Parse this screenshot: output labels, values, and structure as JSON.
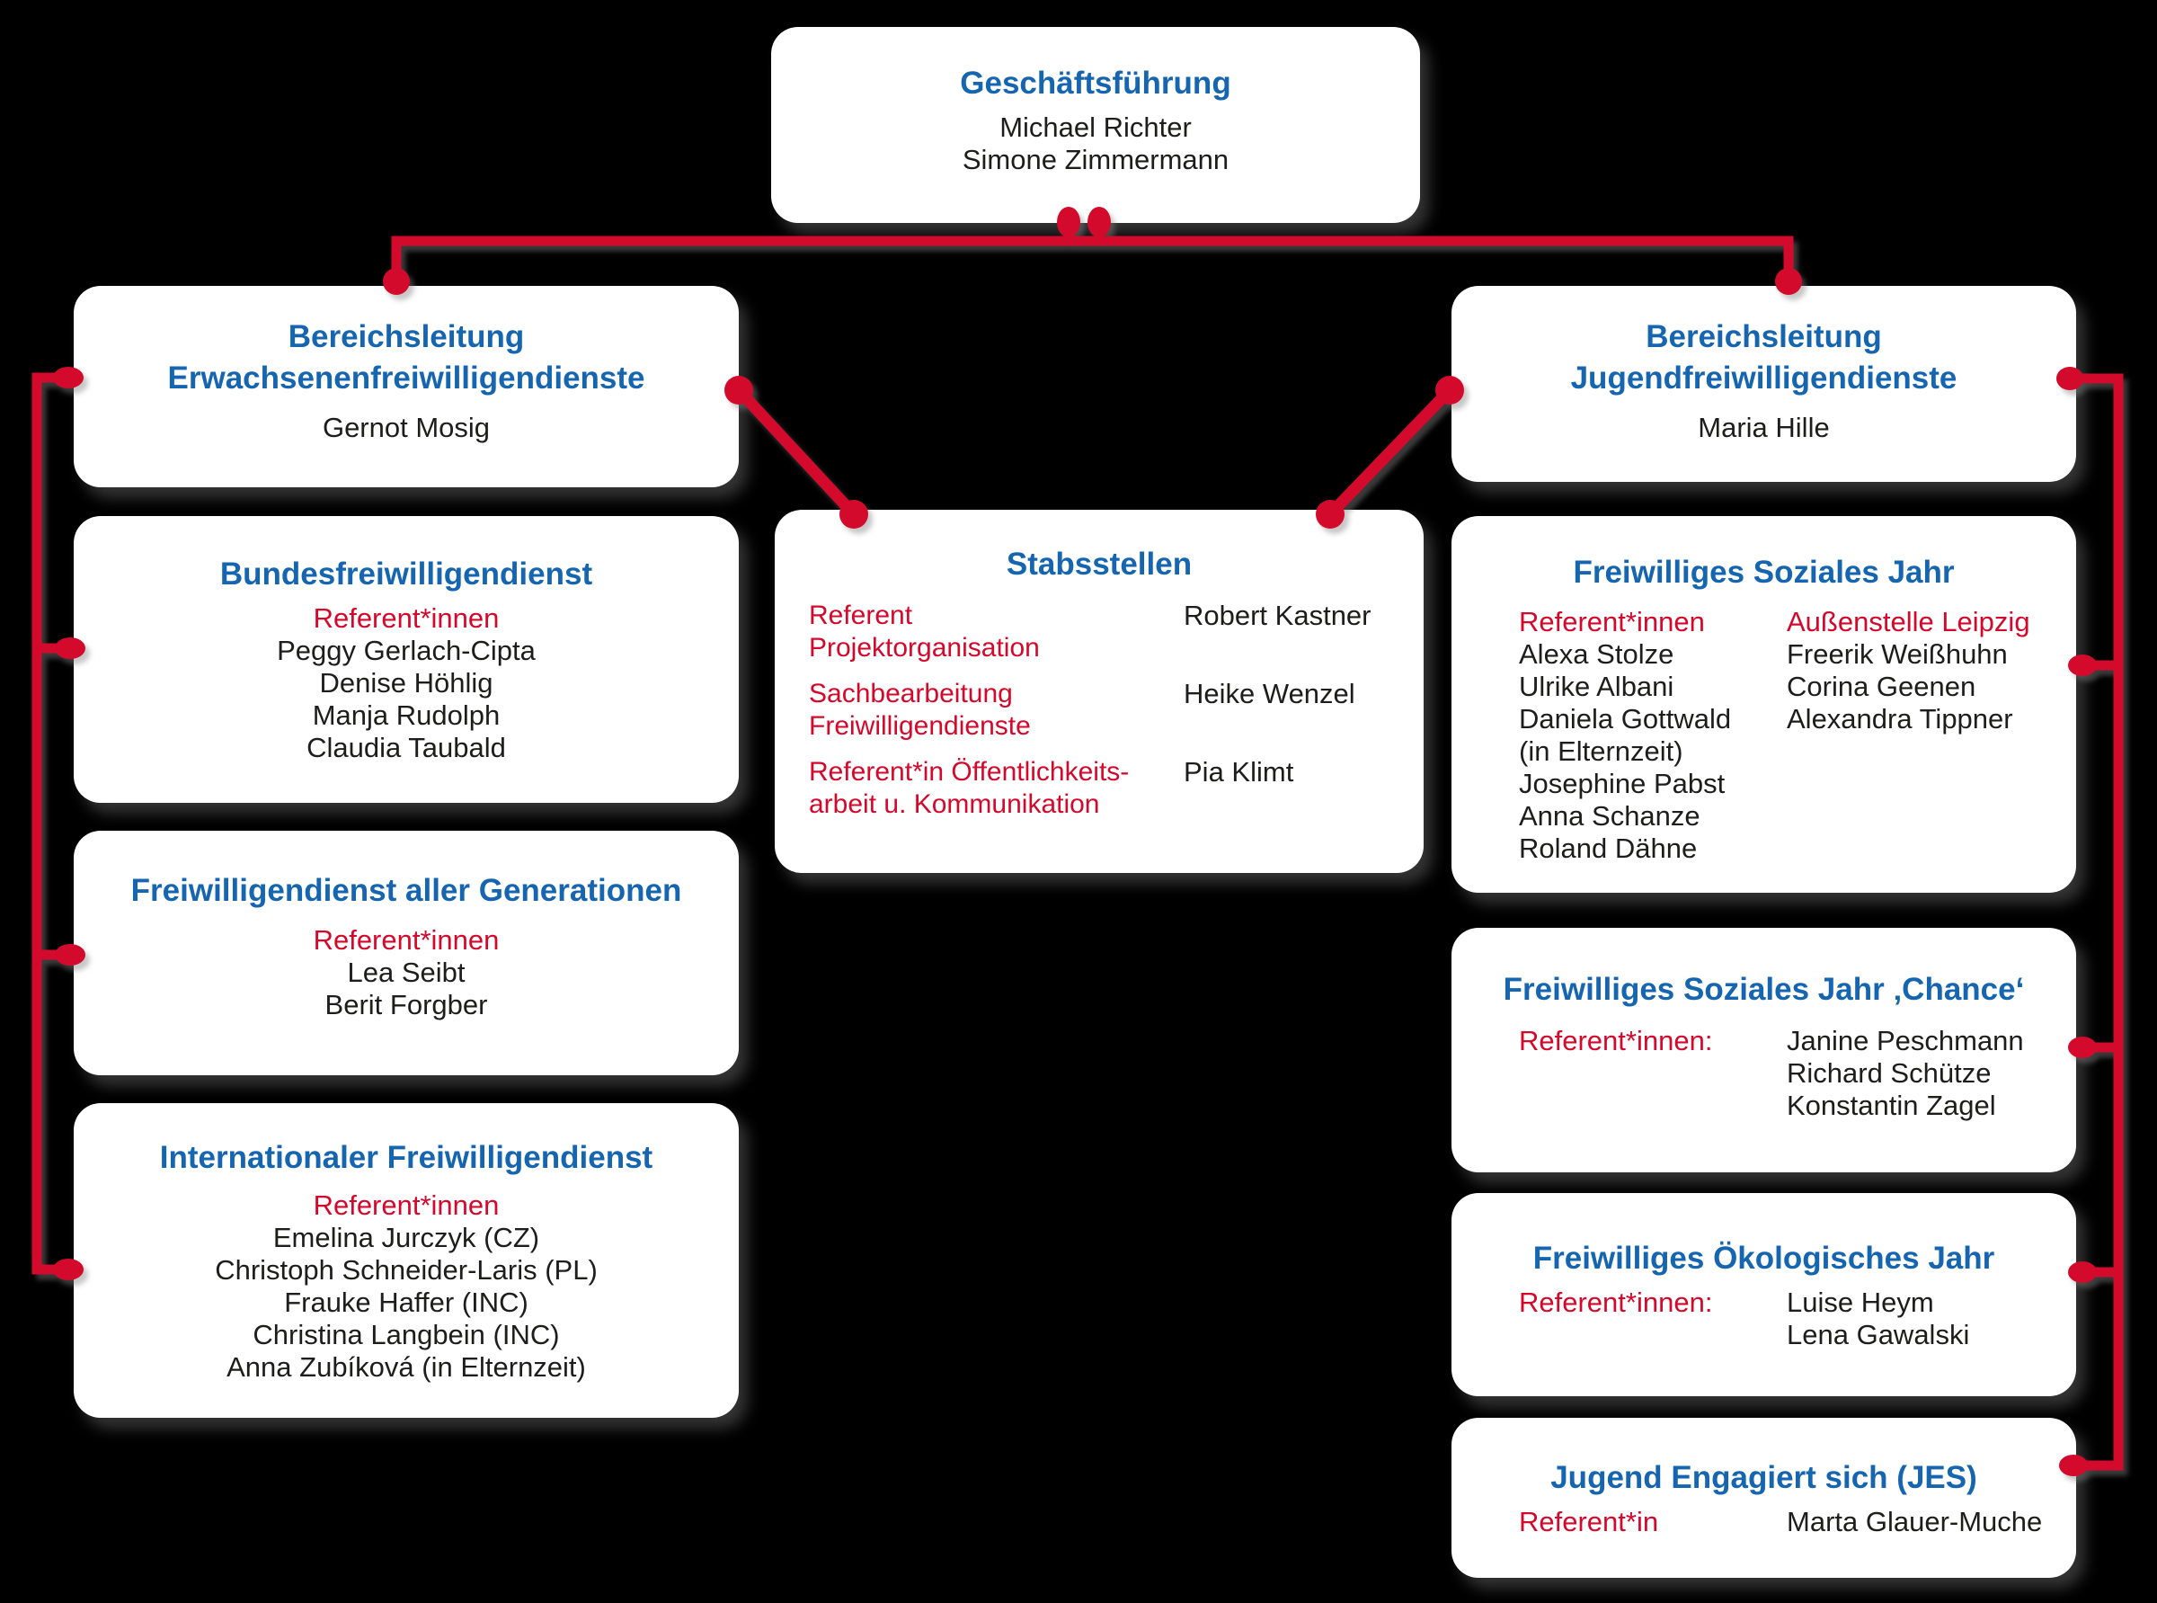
{
  "colors": {
    "background": "#000000",
    "box_fill": "#ffffff",
    "heading_blue": "#1565b0",
    "accent_red": "#d5082b",
    "line_red": "#d40a2c",
    "text_dark": "#1d1d1b"
  },
  "boxes": {
    "gf": {
      "title": "Geschäftsführung",
      "members": [
        "Michael Richter",
        "Simone Zimmermann"
      ]
    },
    "ble": {
      "title_line1": "Bereichsleitung",
      "title_line2": "Erwachsenenfreiwilligendienste",
      "member": "Gernot Mosig"
    },
    "blj": {
      "title_line1": "Bereichsleitung",
      "title_line2": "Jugendfreiwilligendienste",
      "member": "Maria Hille"
    },
    "stab": {
      "title": "Stabsstellen",
      "rows": [
        {
          "role_line1": "Referent",
          "role_line2": "Projektorganisation",
          "name": "Robert Kastner"
        },
        {
          "role_line1": "Sachbearbeitung",
          "role_line2": "Freiwilligendienste",
          "name": "Heike Wenzel"
        },
        {
          "role_line1": "Referent*in Öffentlichkeits-",
          "role_line2": "arbeit u. Kommunikation",
          "name": "Pia Klimt"
        }
      ]
    },
    "bfd": {
      "title": "Bundesfreiwilligendienst",
      "label": "Referent*innen",
      "members": [
        "Peggy Gerlach-Cipta",
        "Denise Höhlig",
        "Manja Rudolph",
        "Claudia Taubald"
      ]
    },
    "fadg": {
      "title": "Freiwilligendienst aller Generationen",
      "label": "Referent*innen",
      "members": [
        "Lea Seibt",
        "Berit Forgber"
      ]
    },
    "ifd": {
      "title": "Internationaler Freiwilligendienst",
      "label": "Referent*innen",
      "members": [
        "Emelina Jurczyk (CZ)",
        "Christoph Schneider-Laris (PL)",
        "Frauke Haffer (INC)",
        "Christina Langbein (INC)",
        "Anna Zubíková (in Elternzeit)"
      ]
    },
    "fsj": {
      "title": "Freiwilliges Soziales Jahr",
      "col1": {
        "label": "Referent*innen",
        "members": [
          "Alexa Stolze",
          "Ulrike Albani",
          "Daniela Gottwald",
          "(in Elternzeit)",
          "Josephine Pabst",
          "Anna Schanze",
          "Roland Dähne"
        ]
      },
      "col2": {
        "label": "Außenstelle Leipzig",
        "members": [
          "Freerik Weißhuhn",
          "Corina Geenen",
          "Alexandra Tippner"
        ]
      }
    },
    "chance": {
      "title": "Freiwilliges Soziales Jahr ‚Chance‘",
      "label": "Referent*innen:",
      "members": [
        "Janine Peschmann",
        "Richard Schütze",
        "Konstantin Zagel"
      ]
    },
    "foej": {
      "title": "Freiwilliges Ökologisches Jahr",
      "label": "Referent*innen:",
      "members": [
        "Luise Heym",
        "Lena Gawalski"
      ]
    },
    "jes": {
      "title": "Jugend Engagiert sich (JES)",
      "label": "Referent*in",
      "member": "Marta Glauer-Muche"
    }
  }
}
